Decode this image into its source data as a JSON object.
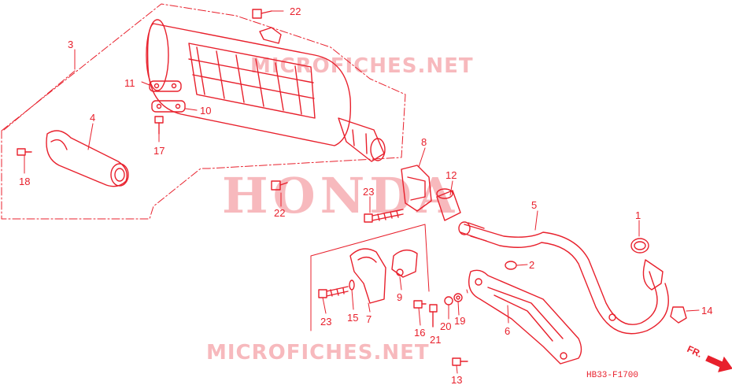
{
  "colors": {
    "line": "#e8202c",
    "watermark": "#f7b9bd"
  },
  "watermarks": {
    "top": "MICROFICHES.NET",
    "center": "HONDA",
    "bottom": "MICROFICHES.NET"
  },
  "diagram_code": "HB33-F1700",
  "direction_label": "FR.",
  "callouts": [
    "22",
    "3",
    "11",
    "10",
    "17",
    "4",
    "18",
    "8",
    "12",
    "23",
    "22",
    "5",
    "1",
    "2",
    "9",
    "7",
    "15",
    "23",
    "16",
    "21",
    "20",
    "19",
    "6",
    "14",
    "13"
  ]
}
